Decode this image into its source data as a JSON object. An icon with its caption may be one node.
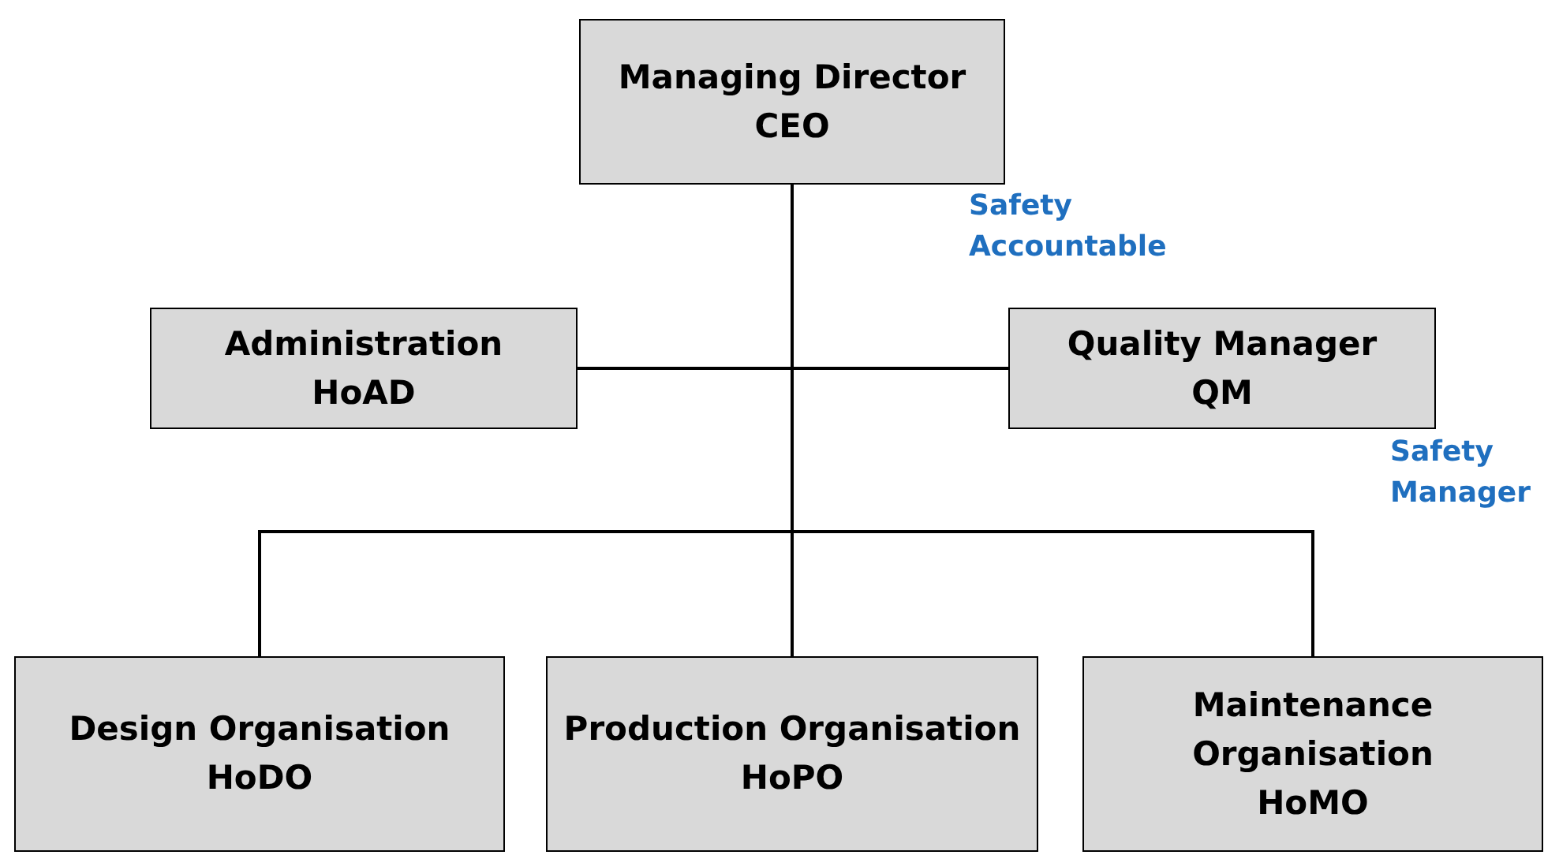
{
  "diagram": {
    "nodes": [
      {
        "text": [
          "Managing Director",
          "CEO"
        ],
        "beside": [
          "Safety Accountable"
        ]
      },
      {
        "text": [
          "Administration",
          "HoAD"
        ]
      },
      {
        "text": [
          "Quality Manager",
          "QM"
        ],
        "beside": [
          "Safety Manager"
        ]
      },
      {
        "text": [
          "Design Organisation",
          "HoDO"
        ]
      },
      {
        "text": [
          "Production Organisation",
          "HoPO"
        ]
      },
      {
        "text": [
          "Maintenance Organisation",
          "HoMO"
        ]
      }
    ],
    "edges": [
      {
        "from": 0,
        "to": 1,
        "arrow": "none"
      },
      {
        "from": 0,
        "to": 2,
        "arrow": "none"
      },
      {
        "from": 0,
        "to": 3,
        "arrow": "none"
      },
      {
        "from": 0,
        "to": 4,
        "arrow": "none"
      },
      {
        "from": 0,
        "to": 5,
        "arrow": "none"
      }
    ]
  }
}
